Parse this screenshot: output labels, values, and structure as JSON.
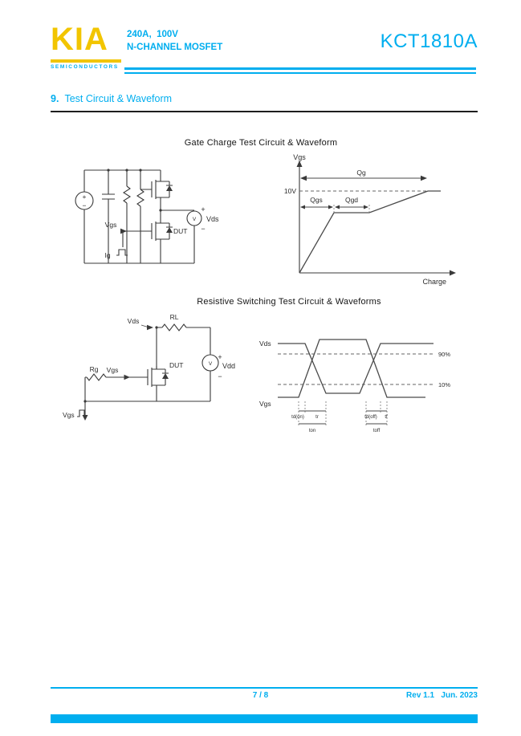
{
  "header": {
    "logo_text": "KIA",
    "logo_sub": "SEMICONDUCTORS",
    "spec_line1": "240A,  100V",
    "spec_line2": "N-CHANNEL MOSFET",
    "part_number": "KCT1810A"
  },
  "section": {
    "number": "9.",
    "title": "Test Circuit & Waveform"
  },
  "fig1": {
    "title": "Gate Charge Test Circuit & Waveform",
    "circuit": {
      "vds": "Vds",
      "dut": "DUT",
      "vgs": "Vgs",
      "ig": "Ig"
    },
    "wave": {
      "yaxis": "Vgs",
      "v10": "10V",
      "qg": "Qg",
      "qgs": "Qgs",
      "qgd": "Qgd",
      "xaxis": "Charge"
    }
  },
  "fig2": {
    "title": "Resistive Switching Test Circuit & Waveforms",
    "circuit": {
      "rl": "RL",
      "vds": "Vds",
      "dut": "DUT",
      "vdd": "Vdd",
      "vgs_probe": "Vgs",
      "rg": "Rg",
      "vgs_in": "Vgs"
    },
    "wave": {
      "vds": "Vds",
      "vgs": "Vgs",
      "p90": "90%",
      "p10": "10%",
      "td_on": "td(on)",
      "tr": "tr",
      "td_off": "td(off)",
      "tf": "tf",
      "ton": "ton",
      "toff": "toff"
    }
  },
  "footer": {
    "page": "7 / 8",
    "rev": "Rev 1.1   Jun. 2023"
  },
  "symbols": {
    "plus": "+",
    "minus": "−",
    "volt": "V"
  },
  "colors": {
    "accent": "#00AEEF",
    "logo_yellow": "#F2C500"
  }
}
